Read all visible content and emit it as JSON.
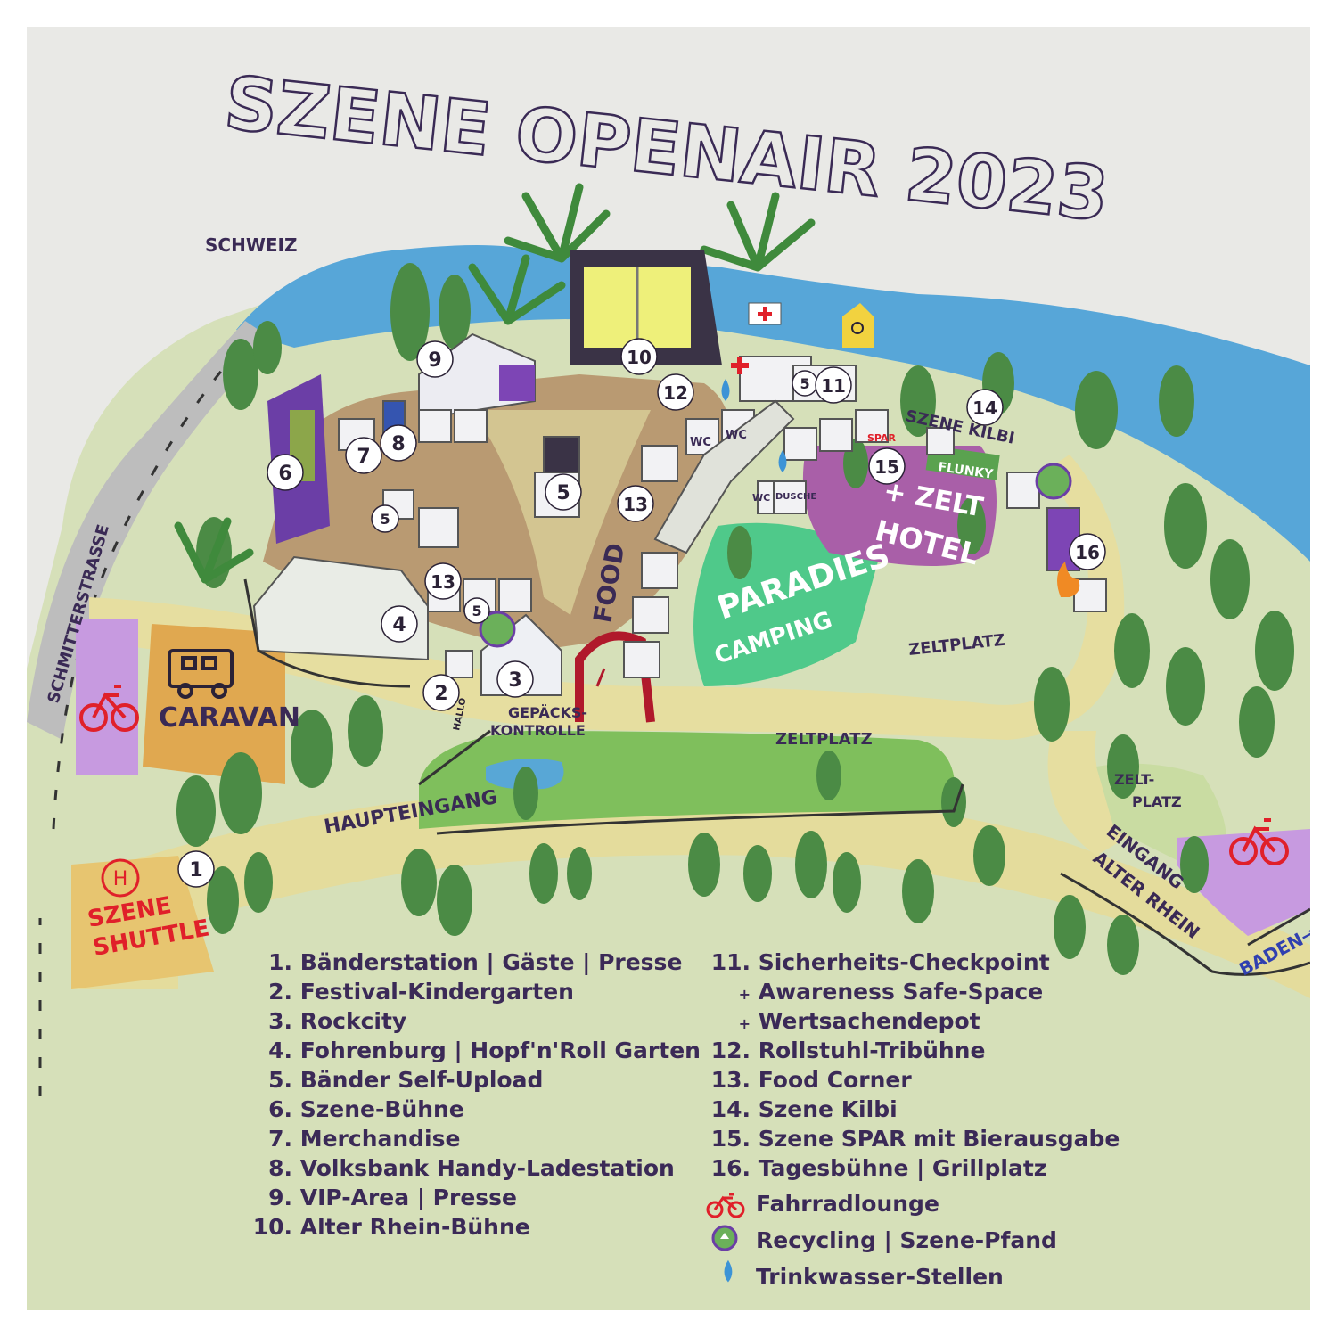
{
  "title": "SZENE OPENAIR 2023",
  "place_labels": {
    "schweiz": "SCHWEIZ",
    "schmitterstrasse": "SCHMITTERSTRASSE",
    "caravan": "CARAVAN",
    "szene_shuttle_line1": "SZENE",
    "szene_shuttle_line2": "SHUTTLE",
    "shuttle_symbol": "H",
    "haupteingang": "HAUPTEINGANG",
    "gepaeckskontrolle_line1": "GEPÄCKS-",
    "gepaeckskontrolle_line2": "KONTROLLE",
    "food": "FOOD",
    "paradies_line1": "PARADIES",
    "paradies_line2": "CAMPING",
    "zelthotel_line1": "+ ZELT",
    "zelthotel_line2": "HOTEL",
    "zeltplatz_a": "ZELTPLATZ",
    "zeltplatz_b": "ZELTPLATZ",
    "zeltplatz_c_line1": "ZELT-",
    "zeltplatz_c_line2": "PLATZ",
    "szene_kilbi": "SZENE KILBI",
    "flunky": "FLUNKY",
    "spar": "SPAR",
    "wc": "WC",
    "dusche": "DUSCHE",
    "eingang_line1": "EINGANG",
    "eingang_line2": "ALTER RHEIN",
    "baden": "BADEN→",
    "hallo": "HALLO"
  },
  "markers": [
    "1",
    "2",
    "3",
    "4",
    "5",
    "6",
    "7",
    "8",
    "9",
    "10",
    "11",
    "12",
    "13",
    "14",
    "15",
    "16"
  ],
  "legend_numbered": [
    {
      "num": "1.",
      "text": "Bänderstation | Gäste | Presse"
    },
    {
      "num": "2.",
      "text": "Festival-Kindergarten"
    },
    {
      "num": "3.",
      "text": "Rockcity"
    },
    {
      "num": "4.",
      "text": "Fohrenburg | Hopf'n'Roll Garten"
    },
    {
      "num": "5.",
      "text": "Bänder Self-Upload"
    },
    {
      "num": "6.",
      "text": "Szene-Bühne"
    },
    {
      "num": "7.",
      "text": "Merchandise"
    },
    {
      "num": "8.",
      "text": "Volksbank Handy-Ladestation"
    },
    {
      "num": "9.",
      "text": "VIP-Area | Presse"
    },
    {
      "num": "10.",
      "text": "Alter Rhein-Bühne"
    },
    {
      "num": "11.",
      "text": "Sicherheits-Checkpoint"
    },
    {
      "num": "+",
      "text": "Awareness Safe-Space"
    },
    {
      "num": "+",
      "text": "Wertsachendepot"
    },
    {
      "num": "12.",
      "text": "Rollstuhl-Tribühne"
    },
    {
      "num": "13.",
      "text": "Food Corner"
    },
    {
      "num": "14.",
      "text": "Szene Kilbi"
    },
    {
      "num": "15.",
      "text": "Szene SPAR mit Bierausgabe"
    },
    {
      "num": "16.",
      "text": "Tagesbühne | Grillplatz"
    }
  ],
  "legend_symbols": [
    {
      "icon": "bicycle-icon",
      "text": "Fahrradlounge"
    },
    {
      "icon": "recycling-icon",
      "text": "Recycling | Szene-Pfand"
    },
    {
      "icon": "water-drop-icon",
      "text": "Trinkwasser-Stellen"
    }
  ],
  "colors": {
    "river": "#57a6d8",
    "festival_ground": "#b99a72",
    "meadow": "#c8d9a0",
    "path": "#e4dc9c",
    "bike_lounge": "#c79ae0",
    "caravan": "#e0a850",
    "paradies": "#4fc98a",
    "zelthotel": "#a95fa8",
    "stage": "#6b3ea6",
    "text": "#3b2a57"
  }
}
